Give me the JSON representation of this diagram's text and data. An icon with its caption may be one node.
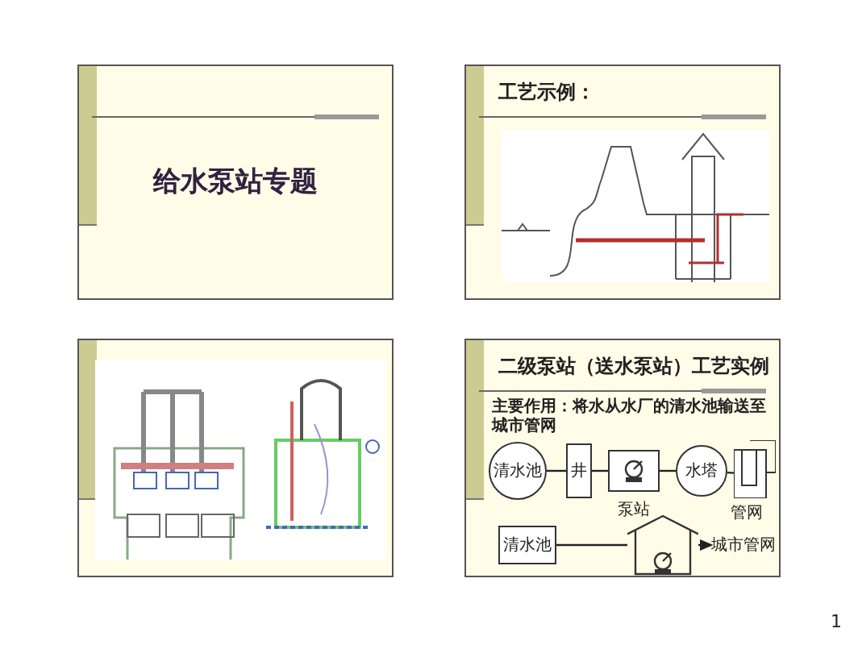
{
  "diagram": {
    "nodes": [
      {
        "text": [
          "给水泵站专题"
        ]
      },
      {
        "text": [
          "工艺示例："
        ]
      },
      {
        "text": [],
        "shape": "box"
      },
      {
        "text": [
          "二级泵站（送水泵站）工艺实例",
          "主要作用：将水从水厂的清水池输送至城市管网"
        ]
      },
      {
        "text": [
          "清水池"
        ],
        "in": 3
      },
      {
        "text": [
          "井"
        ],
        "in": 3
      },
      {
        "text": [],
        "shape": "box",
        "in": 3,
        "beside": [
          "泵站"
        ]
      },
      {
        "text": [
          "水塔"
        ],
        "in": 3
      },
      {
        "text": [],
        "shape": "box",
        "in": 3,
        "beside": [
          "管网"
        ]
      },
      {
        "text": [
          "清水池"
        ],
        "in": 3
      },
      {
        "text": [],
        "shape": "house",
        "in": 3
      },
      {
        "text": [
          "城市管网"
        ],
        "in": 3
      }
    ],
    "edges": [
      {
        "from": 4,
        "to": 5,
        "arrow": "none"
      },
      {
        "from": 5,
        "to": 6,
        "arrow": "none"
      },
      {
        "from": 6,
        "to": 7,
        "arrow": "none"
      },
      {
        "from": 7,
        "to": 8,
        "arrow": "none"
      },
      {
        "from": 9,
        "to": 10,
        "arrow": "none"
      },
      {
        "from": 10,
        "to": 11,
        "arrow": "to"
      }
    ],
    "labels": [
      "1"
    ]
  }
}
